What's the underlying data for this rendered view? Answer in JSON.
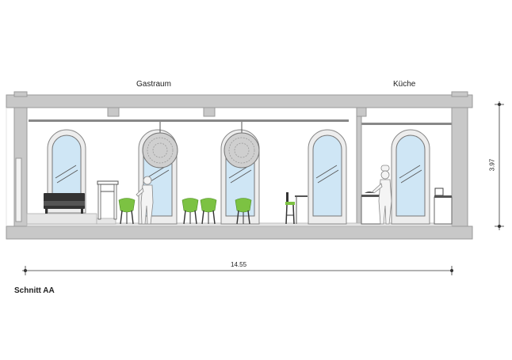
{
  "labels": {
    "room_dining": "Gastraum",
    "room_kitchen": "Küche",
    "dim_width": "14.55",
    "dim_height": "3.97",
    "section_title": "Schnitt AA"
  },
  "colors": {
    "wall": "#c8c8c8",
    "wall_stroke": "#9a9a9a",
    "glass": "#cfe6f5",
    "frame": "#ededed",
    "chair": "#7cc242",
    "dark": "#333333",
    "line": "#555555"
  },
  "icons": {
    "lamp": "pendant-lamp-icon",
    "person": "person-silhouette-icon",
    "chef": "chef-silhouette-icon",
    "chair": "chair-icon",
    "sofa": "sofa-icon"
  }
}
